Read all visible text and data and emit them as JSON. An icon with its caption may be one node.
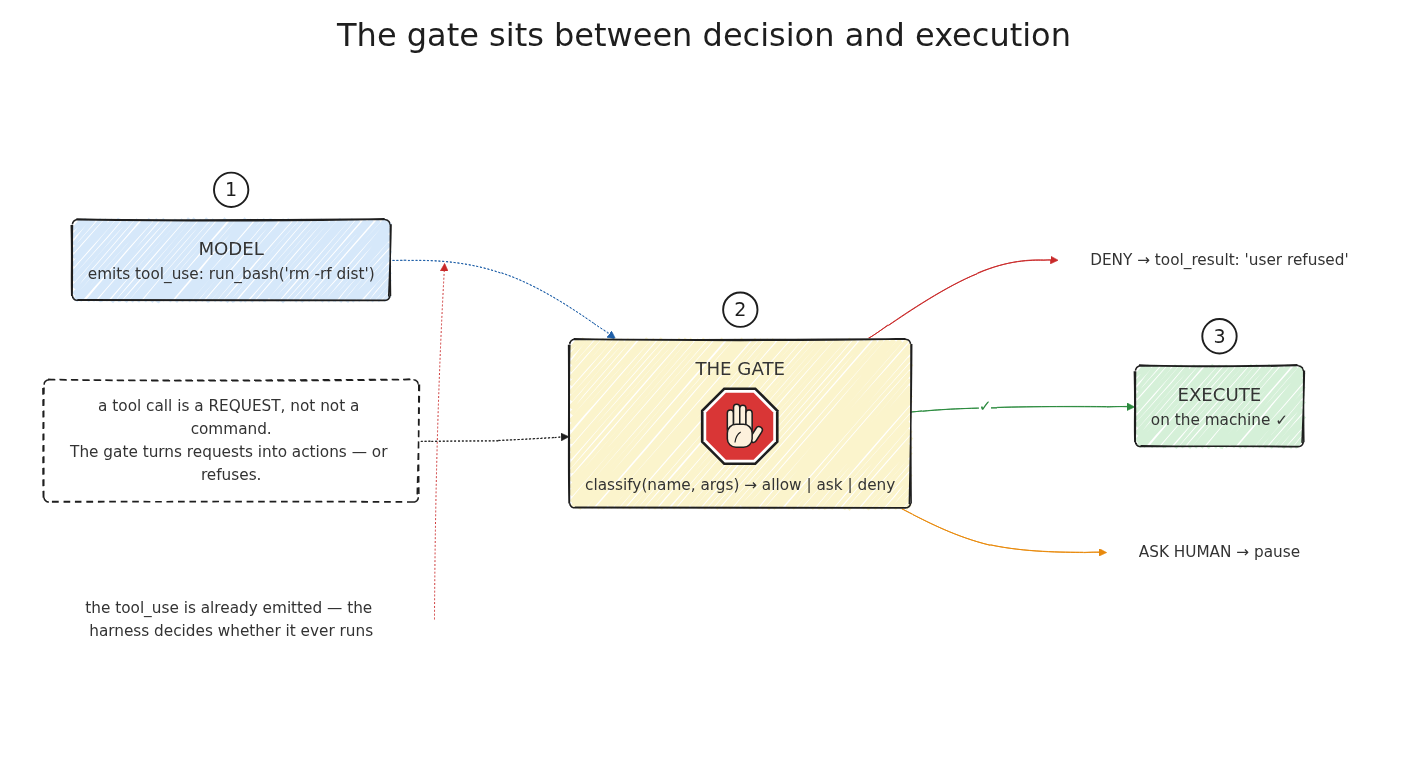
{
  "diagram": {
    "title": "The gate sits between decision and execution",
    "nodes": [
      {
        "text": [
          "MODEL",
          "emits tool_use: run_bash('rm -rf dist')"
        ],
        "beside": [
          "1"
        ]
      },
      {
        "text": [
          "THE GATE",
          "classify(name, args) → allow | ask | deny"
        ],
        "beside": [
          "2"
        ]
      },
      {
        "text": [
          "EXECUTE",
          "on the machine ✓"
        ],
        "beside": [
          "3"
        ]
      },
      {
        "text": [
          "DENY → tool_result: 'user refused'"
        ]
      },
      {
        "text": [
          "ASK HUMAN → pause"
        ]
      },
      {
        "text": [
          "the tool_use is already emitted — the harness decides whether it ever runs"
        ]
      },
      {
        "text": [
          "a tool call is a REQUEST, not not a command.",
          "The gate turns requests into actions — or refuses."
        ]
      }
    ],
    "edges": [
      {
        "from": 0,
        "to": 1,
        "arrow": "to",
        "style": "dashed",
        "color": "#1f5fa8"
      },
      {
        "from": 1,
        "to": 3,
        "arrow": "to",
        "color": "#c92a2a"
      },
      {
        "from": 1,
        "to": 2,
        "arrow": "to",
        "label": "✓",
        "color": "#2b8a3e"
      },
      {
        "from": 1,
        "to": 4,
        "arrow": "to",
        "color": "#e8890c"
      },
      {
        "from": 5,
        "to": null,
        "arrow": "to",
        "style": "dashed",
        "color": "#c92a2a"
      },
      {
        "from": 6,
        "to": 1,
        "arrow": "to",
        "style": "dashed",
        "color": "#1e1e1e"
      }
    ]
  }
}
